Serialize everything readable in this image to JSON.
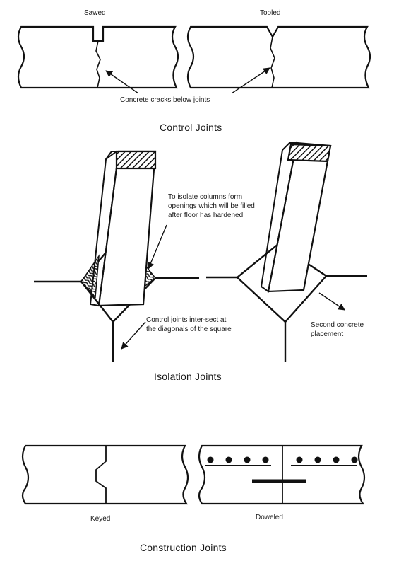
{
  "control": {
    "sawed_label": "Sawed",
    "tooled_label": "Tooled",
    "cracks_note": "Concrete cracks below joints",
    "heading": "Control Joints"
  },
  "isolation": {
    "isolate_note": "To isolate columns form openings which will be filled after floor has hardened",
    "control_note": "Control joints inter-sect at the diagonals of the square",
    "second_note": "Second concrete placement",
    "heading": "Isolation Joints"
  },
  "construction": {
    "keyed_label": "Keyed",
    "doweled_label": "Doweled",
    "heading": "Construction Joints"
  }
}
